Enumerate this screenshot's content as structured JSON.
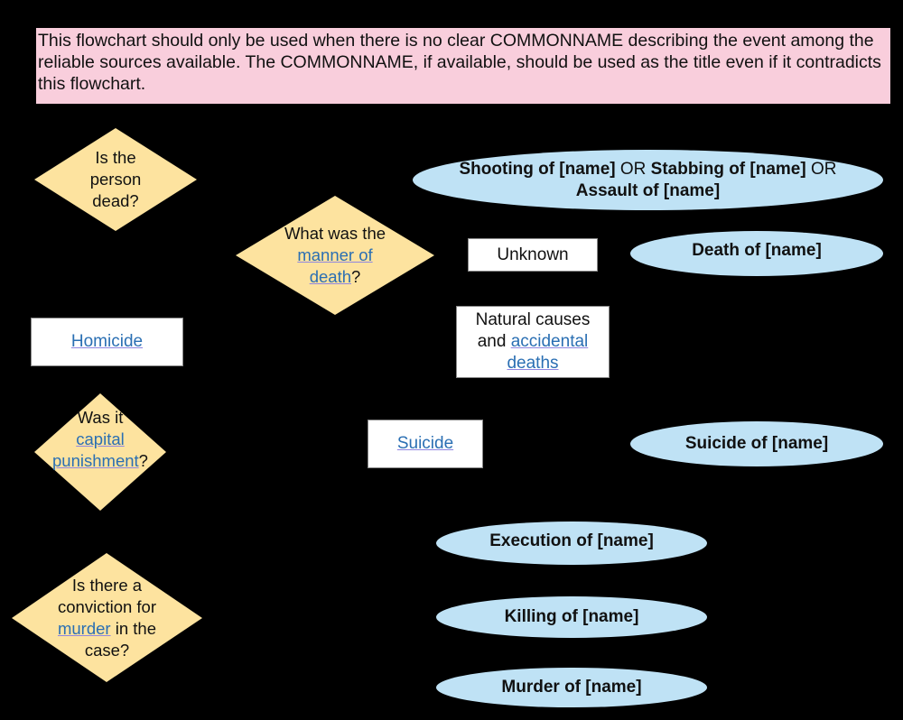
{
  "note": {
    "text": "This flowchart should only be used when there is no clear COMMONNAME describing the event among the reliable sources available. The COMMONNAME, if available, should be used as the title even if it contradicts this flowchart.",
    "background": "#f9cedc"
  },
  "colors": {
    "background": "#000000",
    "decision_fill": "#fde39f",
    "result_fill": "#bfe2f5",
    "option_fill": "#ffffff",
    "link": "#2a6fb3"
  },
  "decisions": {
    "dead": {
      "text": "Is the person dead?"
    },
    "manner": {
      "pre": "What was the ",
      "link": "manner of death",
      "post": "?"
    },
    "capital": {
      "pre": "Was it ",
      "link": "capital punishment",
      "post": "?"
    },
    "murder": {
      "pre": "Is there a conviction for ",
      "link": "murder",
      "post": " in the case?"
    }
  },
  "options": {
    "homicide": {
      "link": "Homicide"
    },
    "unknown": {
      "text": "Unknown"
    },
    "natural": {
      "pre": "Natural causes and ",
      "link": "accidental deaths"
    },
    "suicide": {
      "link": "Suicide"
    }
  },
  "results": {
    "assault": {
      "part1": "Shooting of [name]",
      "or1": " OR ",
      "part2": "Stabbing of [name]",
      "or2": " OR ",
      "part3": "Assault of [name]"
    },
    "death": "Death of [name]",
    "suicide": "Suicide of [name]",
    "execution": "Execution of [name]",
    "killing": "Killing of [name]",
    "murder": "Murder of [name]"
  }
}
